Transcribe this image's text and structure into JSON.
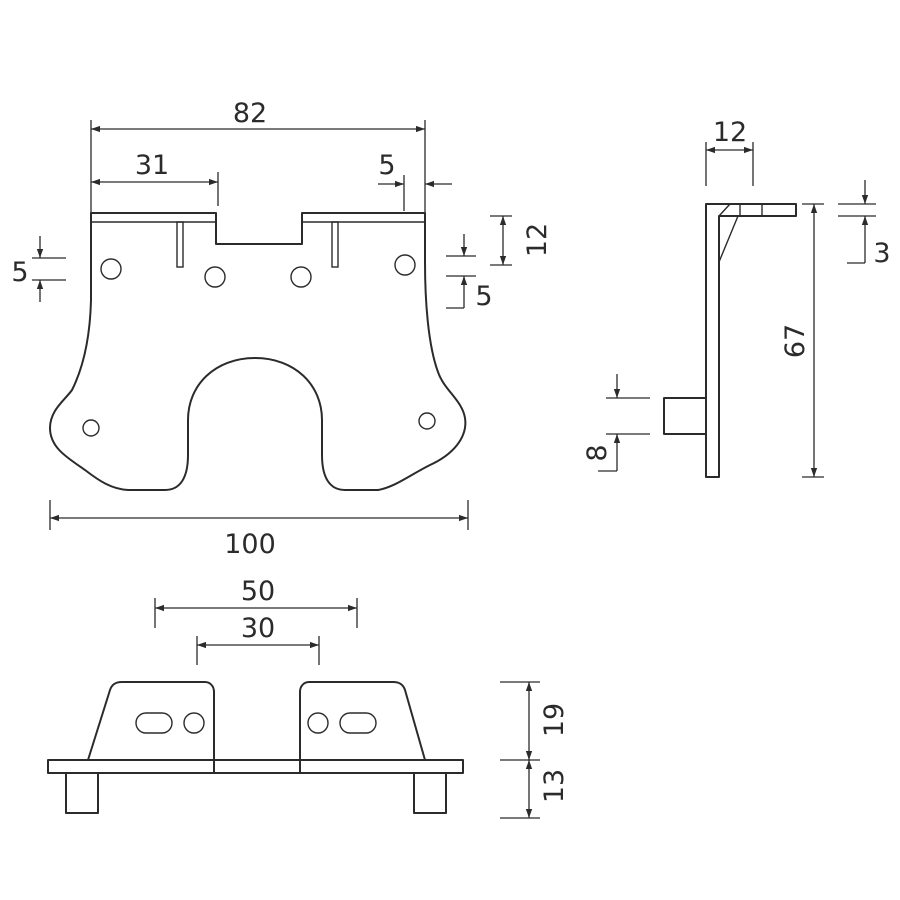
{
  "top_view": {
    "dims": {
      "overall_top": "82",
      "left_segment": "31",
      "right_notch": "5",
      "slot_depth": "12",
      "left_offset": "5",
      "hole_offset": "5",
      "overall_bottom": "100"
    }
  },
  "side_view": {
    "dims": {
      "flange": "12",
      "thickness": "3",
      "height": "67",
      "boss": "8"
    }
  },
  "front_view": {
    "dims": {
      "outer_span": "50",
      "inner_span": "30",
      "tab_height": "19",
      "foot_height": "13"
    }
  }
}
